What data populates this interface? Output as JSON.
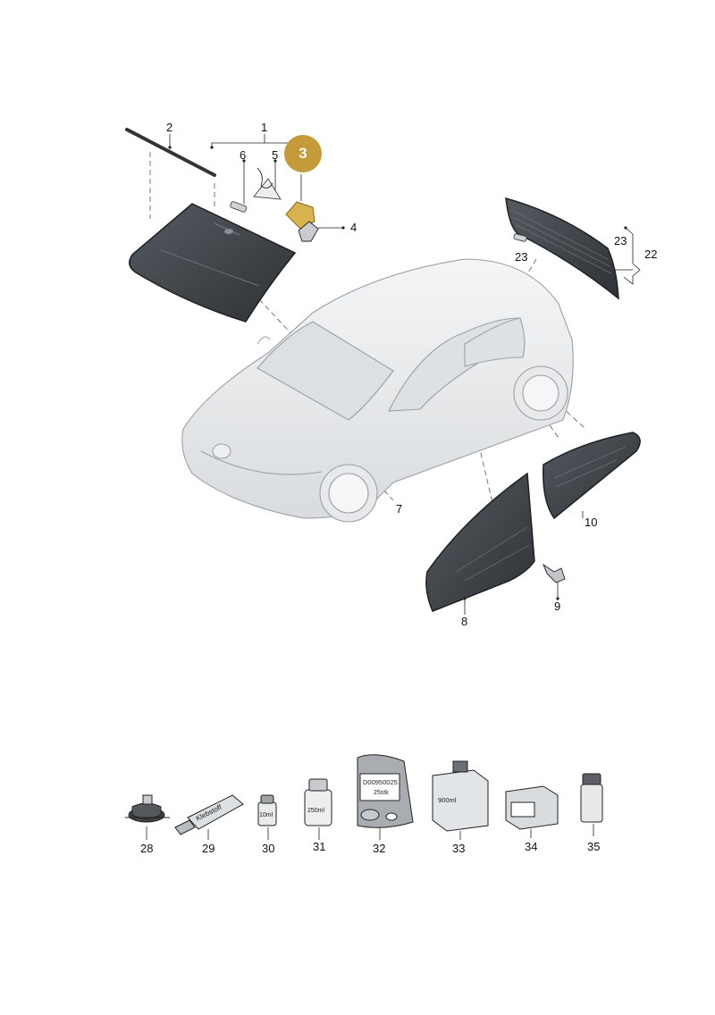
{
  "diagram": {
    "highlight_color": "#c49a3a",
    "glass_color": "#3b3f44",
    "labels": {
      "p1": "1",
      "p2": "2",
      "p3": "3",
      "p4": "4",
      "p5": "5",
      "p6": "6",
      "p7": "7",
      "p8": "8",
      "p9": "9",
      "p10": "10",
      "p22": "22",
      "p23a": "23",
      "p23b": "23",
      "p28": "28",
      "p29": "29",
      "p30": "30",
      "p31": "31",
      "p32": "32",
      "p33": "33",
      "p34": "34",
      "p35": "35"
    },
    "package_text": {
      "tube": "Klebstoff",
      "bottle_10": "10ml",
      "can_250": "250ml",
      "bag_line1": "D00950025",
      "bag_line2": "25stk",
      "box_900": "900ml"
    }
  }
}
